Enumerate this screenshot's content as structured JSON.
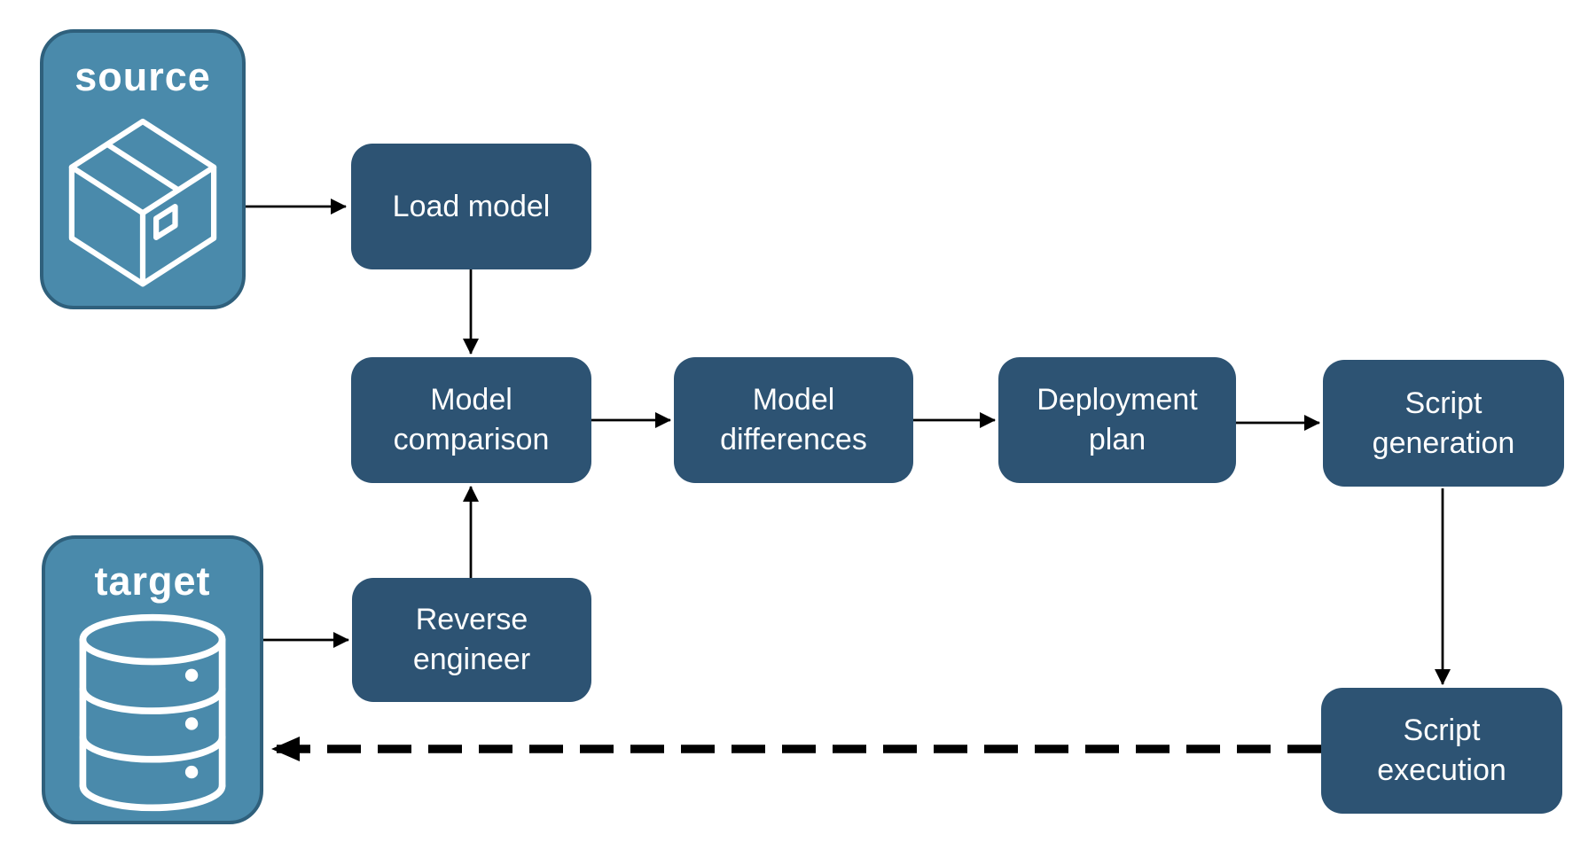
{
  "diagram_type": "flowchart",
  "colors": {
    "node_fill": "#2d5373",
    "endpoint_fill": "#4a8aab",
    "endpoint_border": "#2f607c",
    "edge": "#000000",
    "text": "#ffffff",
    "background": "#ffffff"
  },
  "endpoints": {
    "source": {
      "label": "source",
      "icon": "package-icon"
    },
    "target": {
      "label": "target",
      "icon": "database-icon"
    }
  },
  "nodes": [
    {
      "id": "load-model",
      "label": "Load model"
    },
    {
      "id": "model-comparison",
      "label": "Model comparison"
    },
    {
      "id": "model-differences",
      "label": "Model differences"
    },
    {
      "id": "deployment-plan",
      "label": "Deployment plan"
    },
    {
      "id": "script-generation",
      "label": "Script generation"
    },
    {
      "id": "reverse-engineer",
      "label": "Reverse engineer"
    },
    {
      "id": "script-execution",
      "label": "Script execution"
    }
  ],
  "edges": [
    {
      "from": "source",
      "to": "load-model",
      "style": "solid"
    },
    {
      "from": "load-model",
      "to": "model-comparison",
      "style": "solid"
    },
    {
      "from": "model-comparison",
      "to": "model-differences",
      "style": "solid"
    },
    {
      "from": "model-differences",
      "to": "deployment-plan",
      "style": "solid"
    },
    {
      "from": "deployment-plan",
      "to": "script-generation",
      "style": "solid"
    },
    {
      "from": "reverse-engineer",
      "to": "model-comparison",
      "style": "solid"
    },
    {
      "from": "target",
      "to": "reverse-engineer",
      "style": "solid"
    },
    {
      "from": "script-generation",
      "to": "script-execution",
      "style": "solid"
    },
    {
      "from": "script-execution",
      "to": "target",
      "style": "dashed"
    }
  ]
}
